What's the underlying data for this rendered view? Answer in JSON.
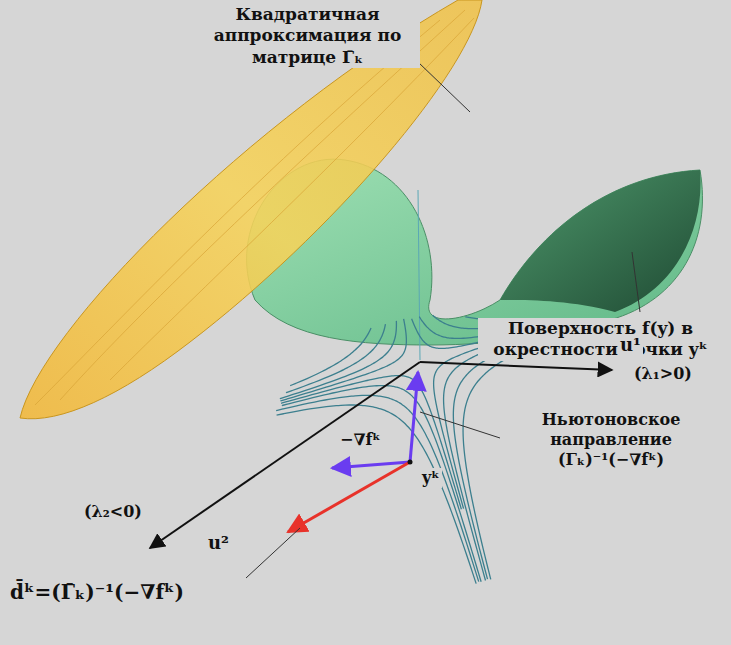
{
  "diagram": {
    "labels": [
      "Квадратичная аппроксимация по матрице Γ̄ₖ",
      "Поверхность f(y) в окрестности точки yᵏ",
      "u¹",
      "(λ₁>0)",
      "Ньютоновское направление (Γₖ)⁻¹(−∇fᵏ)",
      "−∇fᵏ",
      "yᵏ",
      "(λ₂<0)",
      "u²",
      "d̄ᵏ=(Γ̄ₖ)⁻¹(−∇fᵏ)"
    ]
  }
}
